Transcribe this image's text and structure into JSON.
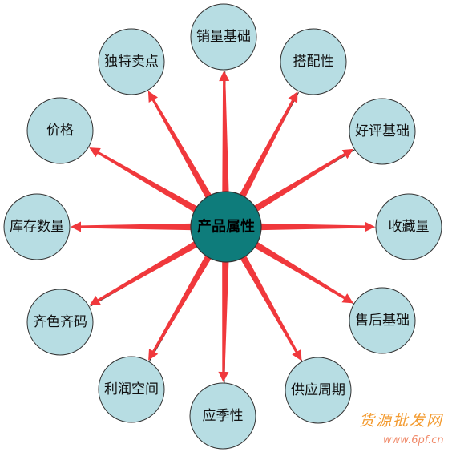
{
  "center": {
    "label": "产品属性"
  },
  "nodes": [
    {
      "label": "销量基础"
    },
    {
      "label": "搭配性"
    },
    {
      "label": "好评基础"
    },
    {
      "label": "收藏量"
    },
    {
      "label": "售后基础"
    },
    {
      "label": "供应周期"
    },
    {
      "label": "应季性"
    },
    {
      "label": "利润空间"
    },
    {
      "label": "齐色齐码"
    },
    {
      "label": "库存数量"
    },
    {
      "label": "价格"
    },
    {
      "label": "独特卖点"
    }
  ],
  "watermark": {
    "site_name": "货源批发网",
    "url": "www.6pf.cn"
  },
  "colors": {
    "center_fill": "#0e7c7b",
    "node_fill": "#b7dde3",
    "arrow": "#f0383c",
    "outline": "#333333"
  }
}
